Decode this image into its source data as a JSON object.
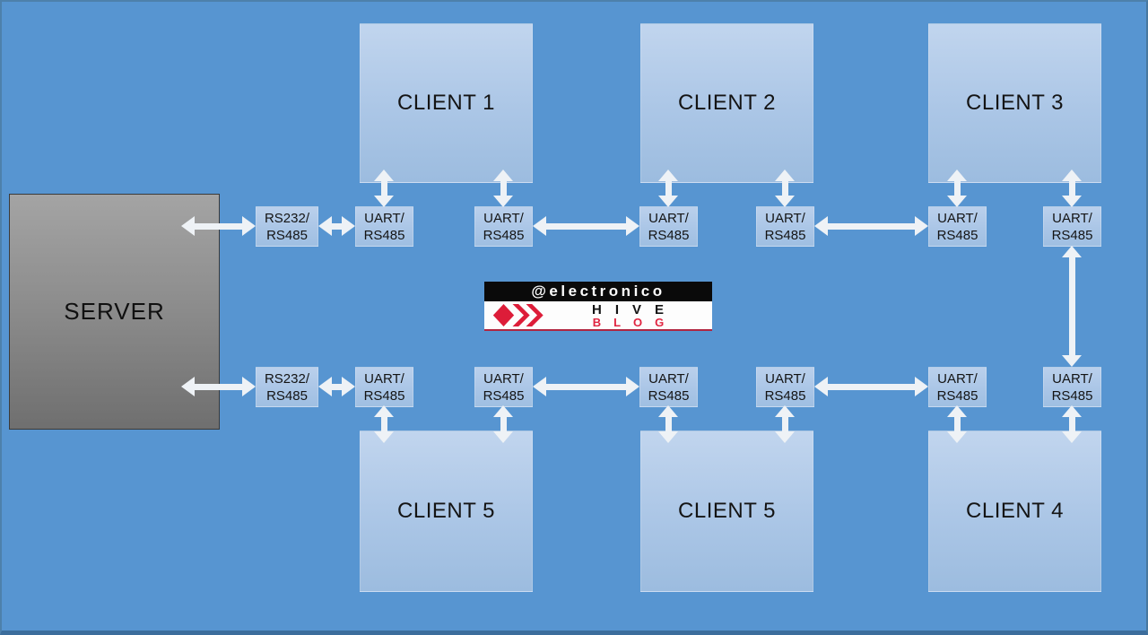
{
  "nodes": {
    "server": {
      "label": "SERVER"
    },
    "converter": {
      "line1": "RS232/",
      "line2": "RS485"
    },
    "uart": {
      "line1": "UART/",
      "line2": "RS485"
    },
    "clients_top": [
      {
        "id": "client1",
        "label": "CLIENT 1"
      },
      {
        "id": "client2",
        "label": "CLIENT 2"
      },
      {
        "id": "client3",
        "label": "CLIENT 3"
      }
    ],
    "clients_bottom": [
      {
        "id": "client5a",
        "label": "CLIENT 5"
      },
      {
        "id": "client5b",
        "label": "CLIENT 5"
      },
      {
        "id": "client4",
        "label": "CLIENT 4"
      }
    ]
  },
  "connections": [
    {
      "from": "server",
      "to": "rs232-rs485-top",
      "type": "bidirectional"
    },
    {
      "from": "rs232-rs485-top",
      "to": "uart-top-1",
      "type": "bidirectional"
    },
    {
      "from": "uart-top-1",
      "to": "client1",
      "type": "bidirectional"
    },
    {
      "from": "uart-top-2",
      "to": "client1",
      "type": "bidirectional"
    },
    {
      "from": "uart-top-2",
      "to": "uart-top-3",
      "type": "bidirectional"
    },
    {
      "from": "uart-top-3",
      "to": "client2",
      "type": "bidirectional"
    },
    {
      "from": "uart-top-4",
      "to": "client2",
      "type": "bidirectional"
    },
    {
      "from": "uart-top-4",
      "to": "uart-top-5",
      "type": "bidirectional"
    },
    {
      "from": "uart-top-5",
      "to": "client3",
      "type": "bidirectional"
    },
    {
      "from": "uart-top-6",
      "to": "client3",
      "type": "bidirectional"
    },
    {
      "from": "uart-top-6",
      "to": "uart-bottom-6",
      "type": "bidirectional"
    },
    {
      "from": "server",
      "to": "rs232-rs485-bottom",
      "type": "bidirectional"
    },
    {
      "from": "rs232-rs485-bottom",
      "to": "uart-bottom-1",
      "type": "bidirectional"
    },
    {
      "from": "uart-bottom-1",
      "to": "client5a",
      "type": "bidirectional"
    },
    {
      "from": "uart-bottom-2",
      "to": "client5a",
      "type": "bidirectional"
    },
    {
      "from": "uart-bottom-2",
      "to": "uart-bottom-3",
      "type": "bidirectional"
    },
    {
      "from": "uart-bottom-3",
      "to": "client5b",
      "type": "bidirectional"
    },
    {
      "from": "uart-bottom-4",
      "to": "client5b",
      "type": "bidirectional"
    },
    {
      "from": "uart-bottom-4",
      "to": "uart-bottom-5",
      "type": "bidirectional"
    },
    {
      "from": "uart-bottom-5",
      "to": "client4",
      "type": "bidirectional"
    },
    {
      "from": "uart-bottom-6",
      "to": "client4",
      "type": "bidirectional"
    }
  ],
  "watermark": {
    "handle": "@electronico",
    "brand": "HIVE",
    "sub": "BLOG"
  },
  "colors": {
    "background": "#5795d1",
    "client_box_top": "#c1d5ee",
    "client_box_bottom": "#9cbcdf",
    "server_top": "#a4a4a4",
    "server_bottom": "#6f6f6f",
    "arrow": "#eef2f6",
    "hive_red": "#dd1d39",
    "blog_red": "#e02440"
  }
}
